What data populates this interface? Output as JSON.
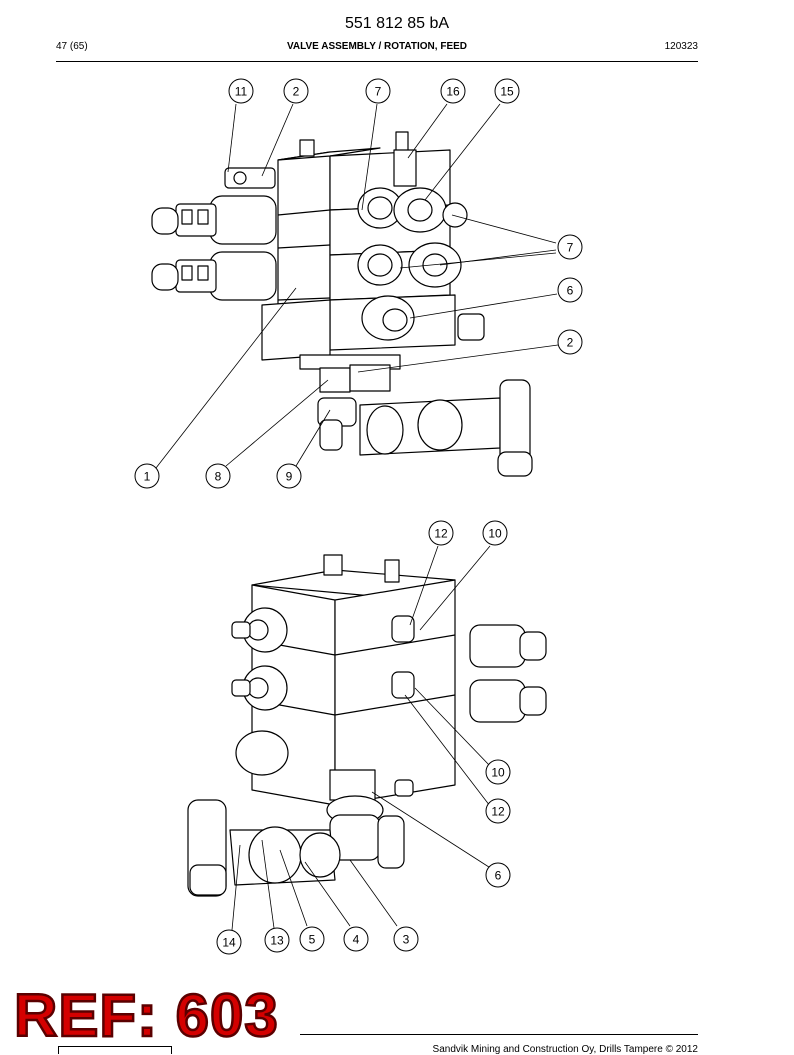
{
  "header": {
    "doc_number": "551 812 85 bA",
    "page_count": "47 (65)",
    "title": "VALVE ASSEMBLY / ROTATION, FEED",
    "date": "120323"
  },
  "callouts_top": [
    "11",
    "2",
    "7",
    "16",
    "15",
    "7",
    "6",
    "2",
    "1",
    "8",
    "9"
  ],
  "callouts_bottom": [
    "12",
    "10",
    "10",
    "12",
    "6",
    "14",
    "13",
    "5",
    "4",
    "3"
  ],
  "stamp": {
    "text": "REF: 603"
  },
  "footer": {
    "company": "Sandvik Mining and Construction Oy, Drills Tampere © 2012"
  },
  "colors": {
    "stamp": "#d40000",
    "stamp_outline": "#5a0000",
    "line": "#000000"
  }
}
